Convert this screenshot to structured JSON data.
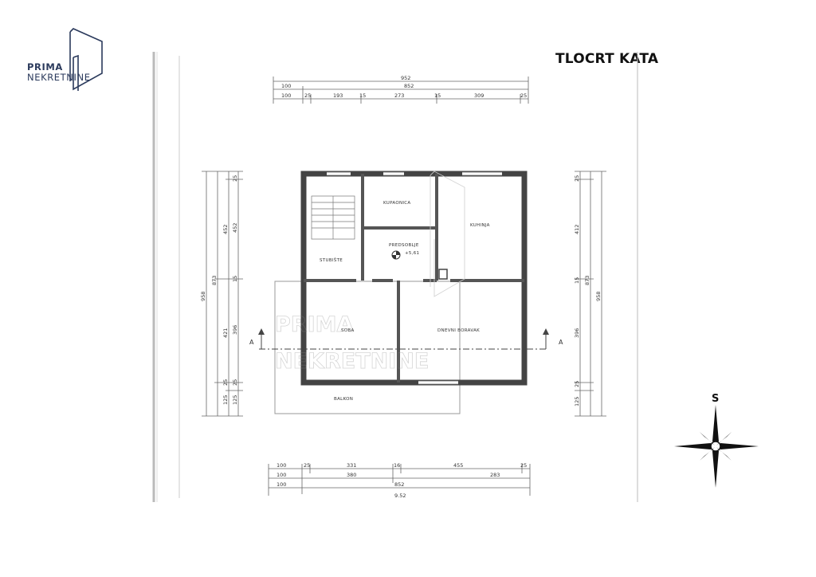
{
  "brand": {
    "line1": "PRIMA",
    "line2": "NEKRETNINE"
  },
  "title": "TLOCRT KATA",
  "rooms": {
    "kupaonica": "KUPAONICA",
    "kuhinja": "KUHINJA",
    "predsoblje": "PREDSOBLJE",
    "level": "+5,61",
    "stubiste": "STUBIŠTE",
    "soba": "SOBA",
    "dnevni": "DNEVNI BORAVAK",
    "balkon": "BALKON"
  },
  "section": {
    "left": "A",
    "right": "A"
  },
  "compass": {
    "label": "S"
  },
  "dimensions": {
    "top_row1": "952",
    "top_row2": [
      "100",
      "852"
    ],
    "top_row3": [
      "100",
      "25",
      "193",
      "15",
      "273",
      "15",
      "309",
      "25"
    ],
    "left_outer": "958",
    "left_mid": [
      "873"
    ],
    "left_inner1": [
      "452",
      "421",
      "25",
      "125"
    ],
    "left_inner2": [
      "25",
      "452",
      "15",
      "396",
      "25",
      "125"
    ],
    "right_outer": "958",
    "right_mid": "873",
    "right_inner": [
      "25",
      "412",
      "15",
      "396",
      "25",
      "125"
    ],
    "bottom_row1": [
      "100",
      "25",
      "331",
      "16",
      "455",
      "25"
    ],
    "bottom_row2": [
      "100",
      "380",
      "283"
    ],
    "bottom_row3": [
      "100",
      "852"
    ],
    "bottom_row4": "9.52"
  }
}
